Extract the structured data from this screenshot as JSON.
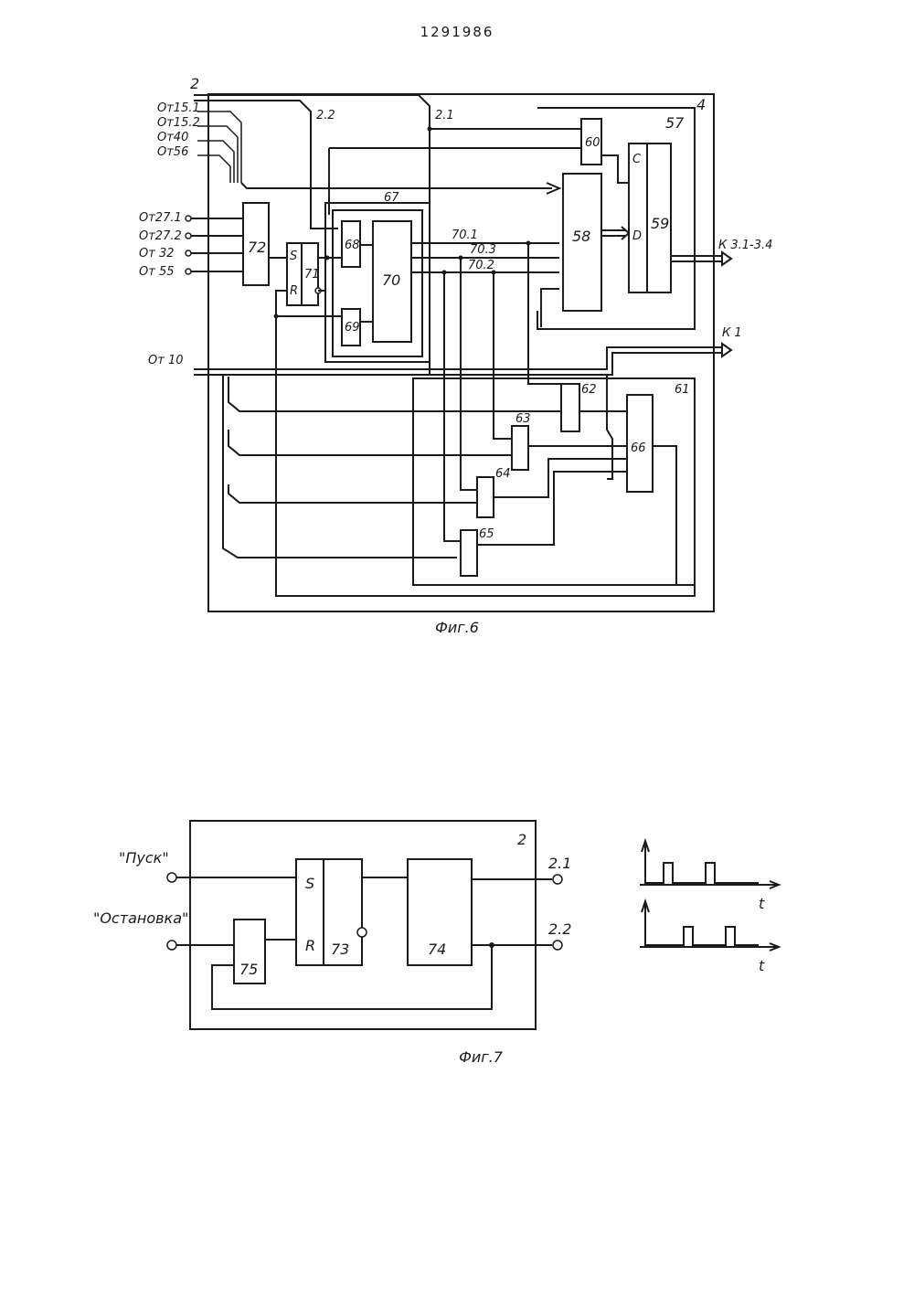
{
  "page_number": "1291986",
  "fig6": {
    "caption": "Фиг.6",
    "bus_in": "2",
    "block_outer": "4",
    "tap_2_2": "2.2",
    "tap_2_1": "2.1",
    "inputs_left": [
      "От15.1",
      "От15.2",
      "От40",
      "От56"
    ],
    "inputs_72": [
      "От27.1",
      "От27.2",
      "От 32",
      "От 55"
    ],
    "input_10": "От 10",
    "out_top": "К 3.1-3.4",
    "out_mid": "К 1",
    "blocks": {
      "b57": "57",
      "b58": "58",
      "b59": "59",
      "b60": "60",
      "b61": "61",
      "b62": "62",
      "b63": "63",
      "b64": "64",
      "b65": "65",
      "b66": "66",
      "b67": "67",
      "b68": "68",
      "b69": "69",
      "b70": "70",
      "b71": "71",
      "b72": "72"
    },
    "pins": {
      "s": "S",
      "r": "R",
      "c": "C",
      "d": "D"
    },
    "nets": {
      "n701": "70.1",
      "n703": "70.3",
      "n702": "70.2"
    }
  },
  "fig7": {
    "caption": "Фиг.7",
    "block_label": "2",
    "input_start": "\"Пуск\"",
    "input_stop": "\"Остановка\"",
    "out_1": "2.1",
    "out_2": "2.2",
    "b73": "73",
    "b74": "74",
    "b75": "75",
    "pin_s": "S",
    "pin_r": "R",
    "axis_t1": "t",
    "axis_t2": "t"
  }
}
